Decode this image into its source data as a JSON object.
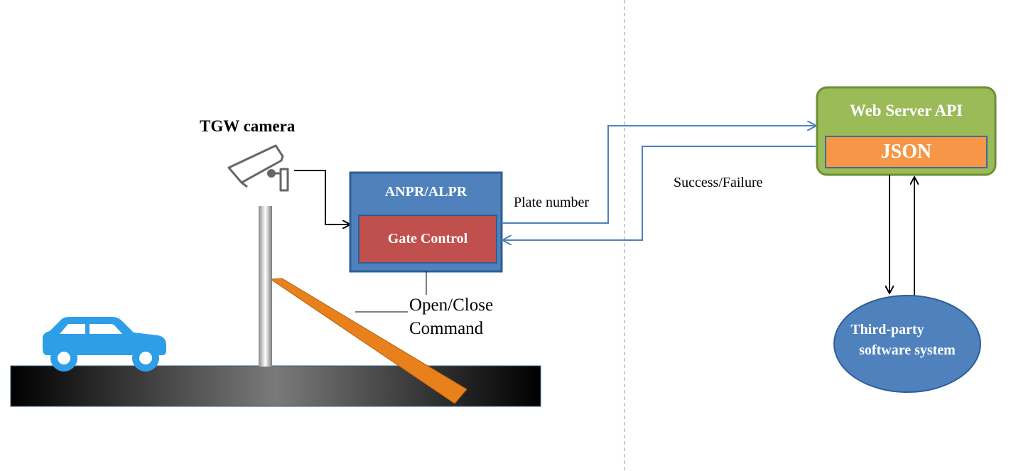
{
  "camera": {
    "label": "TGW camera",
    "icon": "security-camera-icon"
  },
  "anpr": {
    "title": "ANPR/ALPR",
    "inner_label": "Gate Control"
  },
  "command": {
    "line1": "Open/Close",
    "line2": "Command"
  },
  "links": {
    "plate": "Plate number",
    "result": "Success/Failure"
  },
  "server": {
    "title": "Web Server API",
    "format": "JSON"
  },
  "third_party": {
    "line1": "Third-party",
    "line2": "software system"
  },
  "vehicle": {
    "icon": "car-icon"
  },
  "colors": {
    "anpr_fill": "#4f81bd",
    "anpr_border": "#2e5f94",
    "gate_fill": "#c0504d",
    "server_fill": "#9bbb59",
    "server_border": "#6f8f35",
    "json_fill": "#f79646",
    "ellipse_fill": "#4f81bd",
    "arrow_blue": "#4f81bd",
    "barrier": "#e8811c",
    "car": "#2e9ee8"
  }
}
